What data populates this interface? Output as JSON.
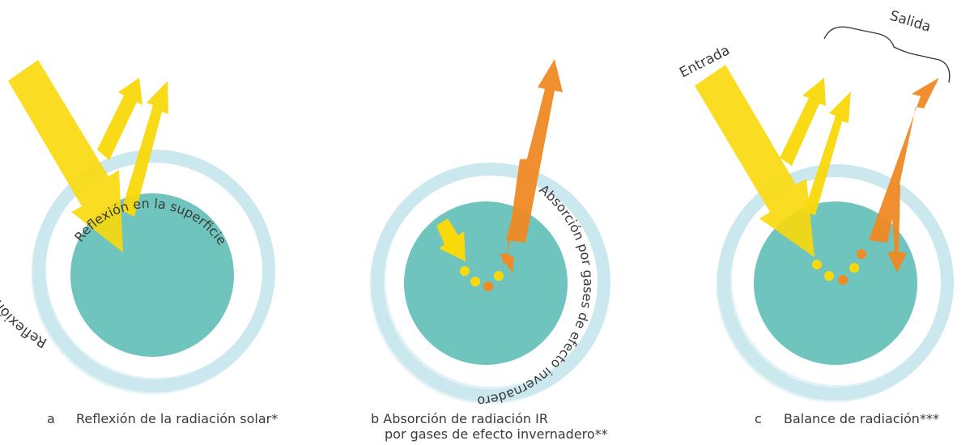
{
  "colors": {
    "planet": "#6fc4be",
    "atmosphere": "#c6e6ee",
    "solar": "#f9d90a",
    "infrared": "#f08a24",
    "text": "#3a3a3a"
  },
  "panel_a": {
    "letter": "a",
    "caption": "Reflexión de la radiación solar*",
    "label_atmosphere": "Reflexión en aerosoles y nubes",
    "label_surface": "Reflexión en la superficie"
  },
  "panel_b": {
    "letter": "b",
    "caption_line1": "Absorción de radiación IR",
    "caption_line2": "por gases de efecto invernadero**",
    "label_absorption": "Absorción por gases de efecto invernadero"
  },
  "panel_c": {
    "letter": "c",
    "caption": "Balance de radiación***",
    "label_input": "Entrada",
    "label_output": "Salida"
  }
}
